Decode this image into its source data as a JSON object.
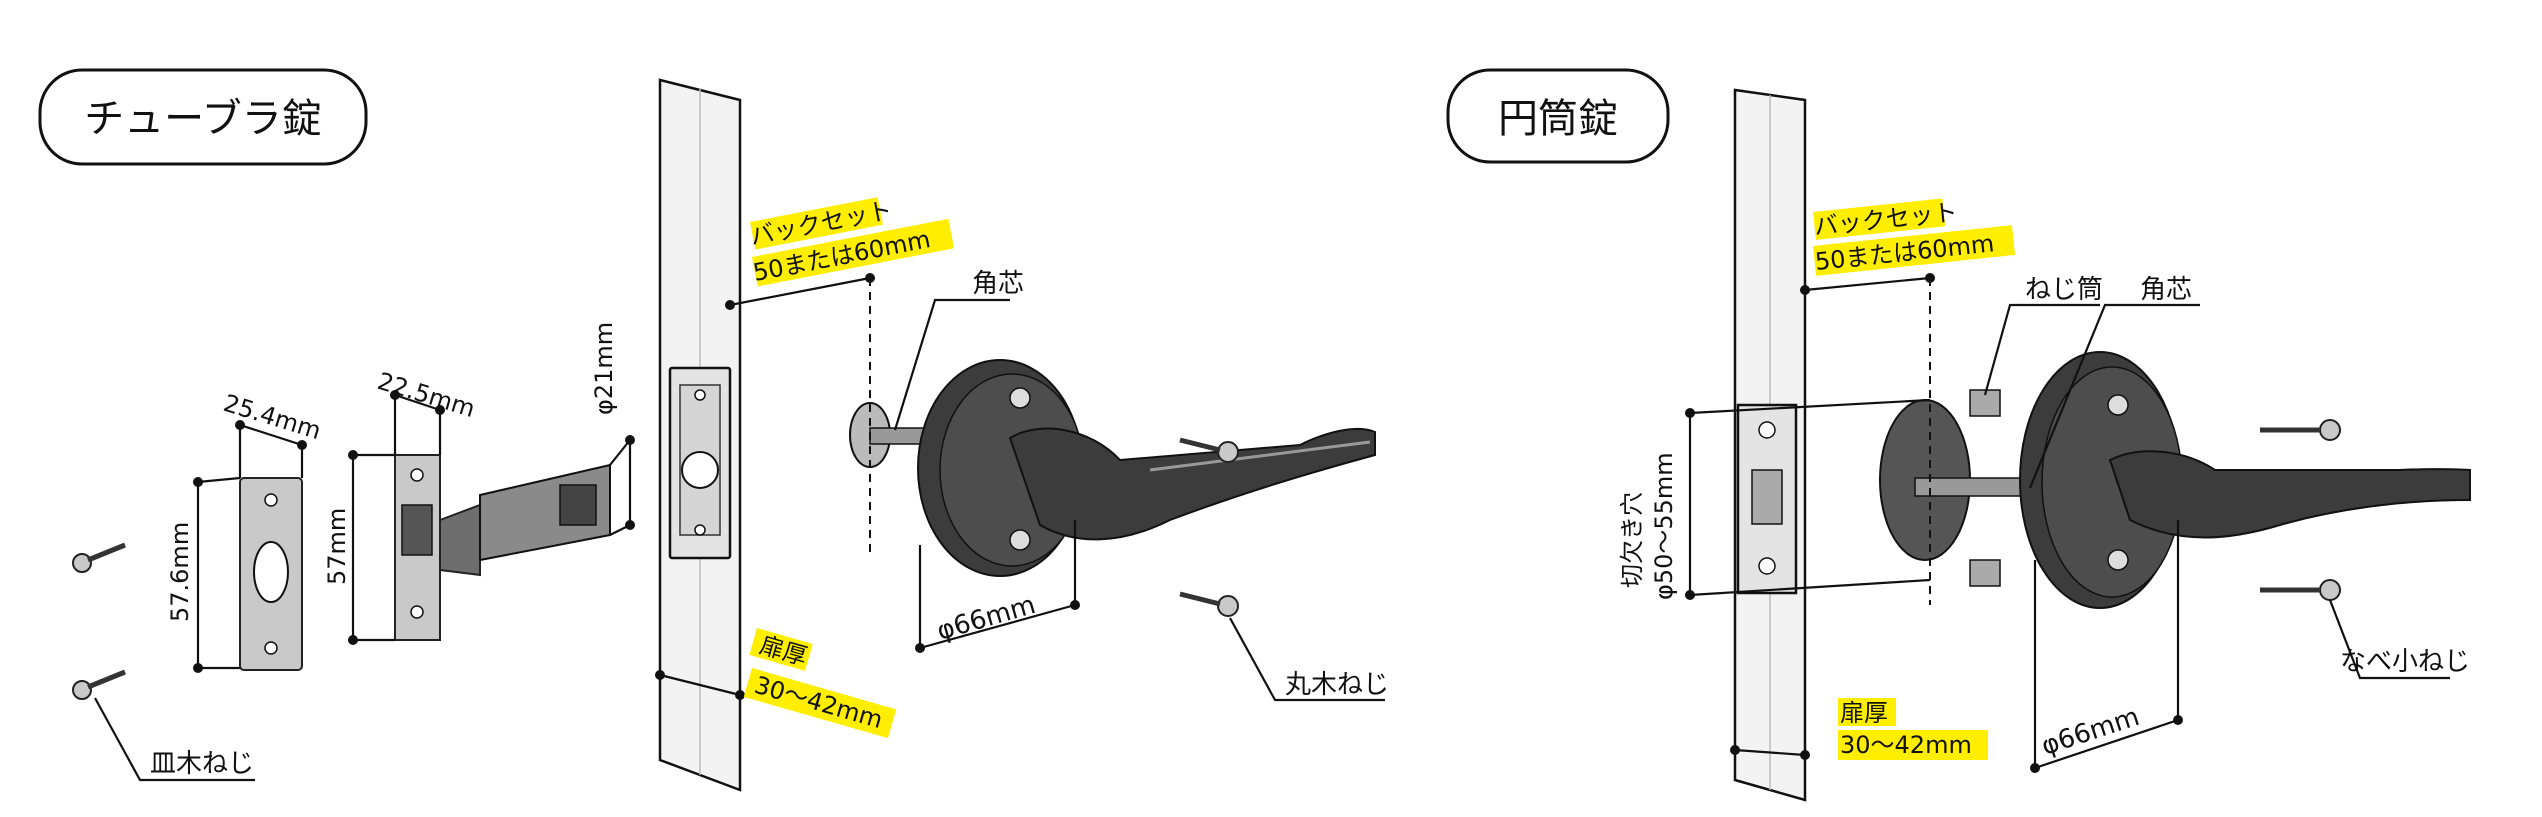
{
  "left_panel": {
    "title": "チューブラ錠",
    "backset_line1": "バックセット",
    "backset_line2": "50または60mm",
    "kakushin": "角芯",
    "dim_254": "25.4mm",
    "dim_225": "22.5mm",
    "dim_phi21": "φ21mm",
    "dim_576": "57.6mm",
    "dim_57": "57mm",
    "dim_phi66": "φ66mm",
    "door_thick_line1": "扉厚",
    "door_thick_line2": "30～42mm",
    "maru_screw": "丸木ねじ",
    "sara_screw": "皿木ねじ"
  },
  "right_panel": {
    "title": "円筒錠",
    "backset_line1": "バックセット",
    "backset_line2": "50または60mm",
    "nejitsutsu": "ねじ筒",
    "kakushin": "角芯",
    "hole_line1": "切欠き穴",
    "hole_line2": "φ50～55mm",
    "dim_phi66": "φ66mm",
    "door_thick_line1": "扉厚",
    "door_thick_line2": "30～42mm",
    "nabe_screw": "なべ小ねじ"
  },
  "colors": {
    "highlight": "#ffee00",
    "metal": "#6e6e6e",
    "ink": "#111111"
  }
}
